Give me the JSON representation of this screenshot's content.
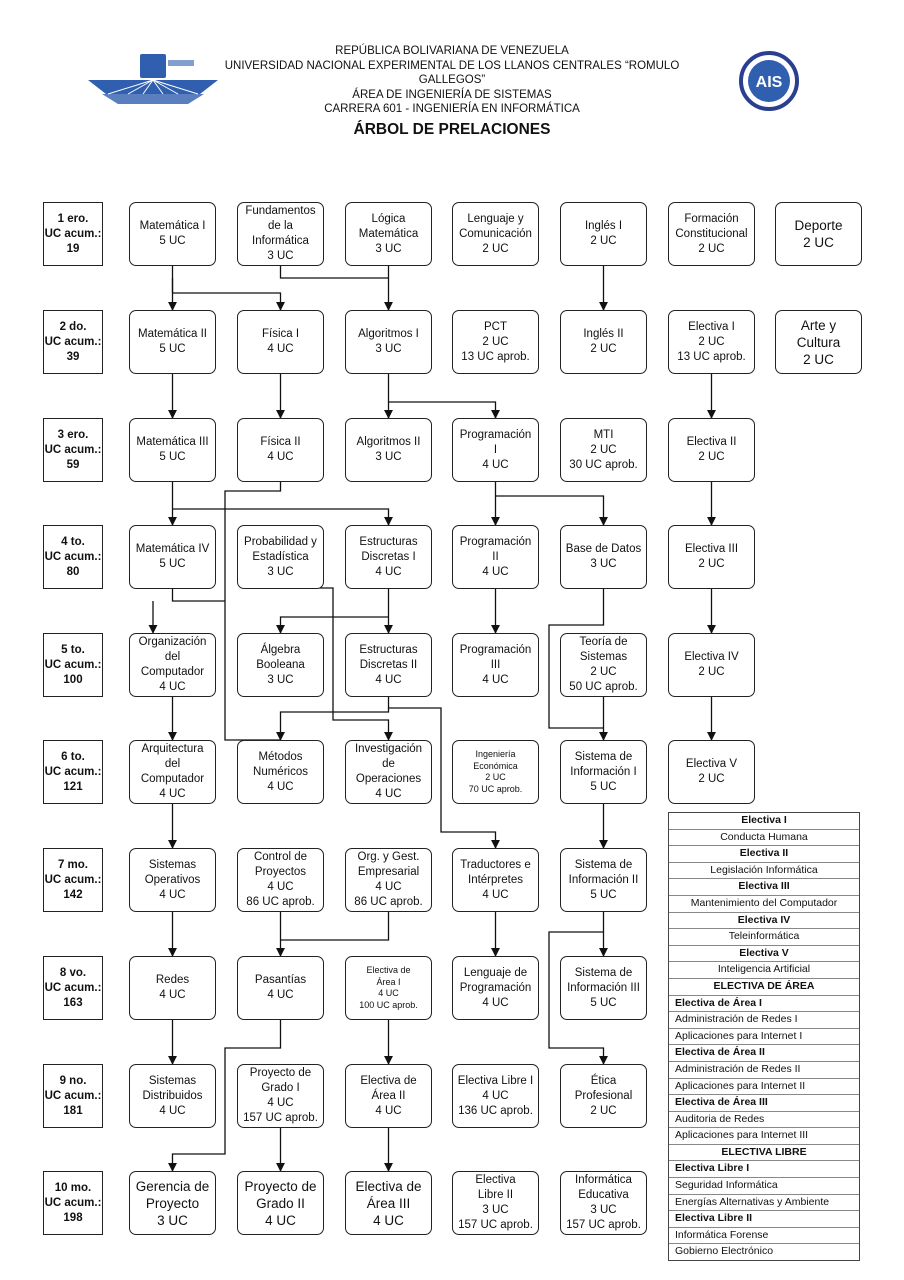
{
  "header": {
    "line1": "REPÚBLICA BOLIVARIANA DE VENEZUELA",
    "line2": "UNIVERSIDAD NACIONAL EXPERIMENTAL DE LOS LLANOS CENTRALES “ROMULO GALLEGOS”",
    "line3": "ÁREA DE INGENIERÍA DE SISTEMAS",
    "line4": "CARRERA 601 - INGENIERÍA EN INFORMÁTICA",
    "title": "ÁRBOL DE PRELACIONES",
    "logo_right_text": "AIS"
  },
  "colors": {
    "line": "#111111",
    "logo_blue": "#2f5fae",
    "logo_ring": "#2a3f8f"
  },
  "semesters": [
    "1 ero.\nUC acum.:\n19",
    "2 do.\nUC acum.:\n39",
    "3 ero.\nUC acum.:\n59",
    "4 to.\nUC acum.:\n80",
    "5 to.\nUC acum.:\n100",
    "6 to.\nUC acum.:\n121",
    "7 mo.\nUC acum.:\n142",
    "8 vo.\nUC acum.:\n163",
    "9 no.\nUC acum.:\n181",
    "10 mo.\nUC acum.:\n198"
  ],
  "courses": {
    "r0c0": "Matemática I\n5 UC",
    "r0c1": "Fundamentos\nde la\nInformática\n3 UC",
    "r0c2": "Lógica\nMatemática\n3 UC",
    "r0c3": "Lenguaje y\nComunicación\n2 UC",
    "r0c4": "Inglés I\n2 UC",
    "r0c5": "Formación\nConstitucional\n2 UC",
    "r0c6": "Deporte\n2 UC",
    "r1c0": "Matemática II\n5 UC",
    "r1c1": "Física I\n4 UC",
    "r1c2": "Algoritmos I\n3 UC",
    "r1c3": "PCT\n2 UC\n13 UC aprob.",
    "r1c4": "Inglés II\n2 UC",
    "r1c5": "Electiva I\n2 UC\n13 UC aprob.",
    "r1c6": "Arte y\nCultura\n2 UC",
    "r2c0": "Matemática III\n5 UC",
    "r2c1": "Física II\n4 UC",
    "r2c2": "Algoritmos II\n3 UC",
    "r2c3": "Programación\nI\n4 UC",
    "r2c4": "MTI\n2 UC\n30 UC aprob.",
    "r2c5": "Electiva II\n2 UC",
    "r3c0": "Matemática IV\n5 UC",
    "r3c1": "Probabilidad y\nEstadística\n3 UC",
    "r3c2": "Estructuras\nDiscretas I\n4 UC",
    "r3c3": "Programación\nII\n4 UC",
    "r3c4": "Base de Datos\n3 UC",
    "r3c5": "Electiva III\n2 UC",
    "r4c0": "Organización\ndel\nComputador\n4 UC",
    "r4c1": "Álgebra\nBooleana\n3 UC",
    "r4c2": "Estructuras\nDiscretas II\n4 UC",
    "r4c3": "Programación\nIII\n4 UC",
    "r4c4": "Teoría de\nSistemas\n2 UC\n50 UC aprob.",
    "r4c5": "Electiva IV\n2 UC",
    "r5c0": "Arquitectura\ndel\nComputador\n4 UC",
    "r5c1": "Métodos\nNuméricos\n4 UC",
    "r5c2": "Investigación\nde\nOperaciones\n4 UC",
    "r5c3": "Ingeniería\nEconómica\n2 UC\n70 UC aprob.",
    "r5c4": "Sistema de\nInformación I\n5 UC",
    "r5c5": "Electiva V\n2 UC",
    "r6c0": "Sistemas\nOperativos\n4 UC",
    "r6c1": "Control de\nProyectos\n4 UC\n86 UC aprob.",
    "r6c2": "Org. y Gest.\nEmpresarial\n4 UC\n86 UC aprob.",
    "r6c3": "Traductores e\nIntérpretes\n4 UC",
    "r6c4": "Sistema de\nInformación II\n5 UC",
    "r7c0": "Redes\n4 UC",
    "r7c1": "Pasantías\n4 UC",
    "r7c2": "Electiva de\nÁrea I\n4 UC\n100 UC aprob.",
    "r7c3": "Lenguaje de\nProgramación\n4 UC",
    "r7c4": "Sistema de\nInformación III\n5 UC",
    "r8c0": "Sistemas\nDistribuidos\n4 UC",
    "r8c1": "Proyecto de\nGrado I\n4 UC\n157 UC aprob.",
    "r8c2": "Electiva de\nÁrea II\n4 UC",
    "r8c3": "Electiva Libre I\n4 UC\n136 UC aprob.",
    "r8c4": "Ética\nProfesional\n2 UC",
    "r9c0": "Gerencia de\nProyecto\n3 UC",
    "r9c1": "Proyecto de\nGrado II\n4 UC",
    "r9c2": "Electiva de\nÁrea III\n4 UC",
    "r9c3": "Electiva\nLibre II\n3 UC\n157 UC aprob.",
    "r9c4": "Informática\nEducativa\n3 UC\n157 UC aprob."
  },
  "legend": [
    "Electiva I",
    "Conducta Humana",
    "Electiva II",
    "Legislación Informática",
    "Electiva III",
    "Mantenimiento del Computador",
    "Electiva IV",
    "Teleinformática",
    "Electiva V",
    "Inteligencia Artificial",
    "ELECTIVA DE ÁREA",
    "Electiva de Área I",
    "Administración de Redes I",
    "Aplicaciones para Internet I",
    "Electiva de Área II",
    "Administración de Redes II",
    "Aplicaciones para Internet II",
    "Electiva de Área III",
    "Auditoria de Redes",
    "Aplicaciones para Internet III",
    "ELECTIVA LIBRE",
    "Electiva Libre I",
    "Seguridad Informática",
    "Energías Alternativas y Ambiente",
    "Electiva Libre II",
    "Informática Forense",
    "Gobierno Electrónico"
  ]
}
